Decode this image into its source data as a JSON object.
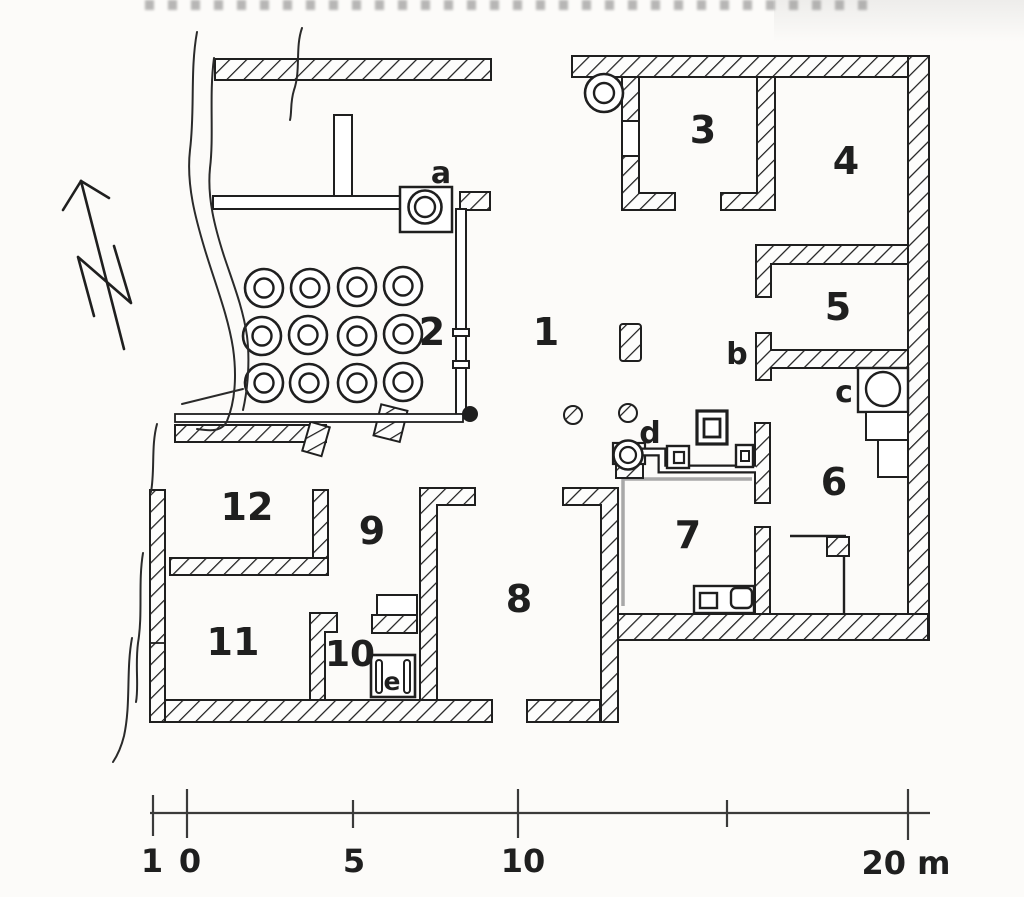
{
  "plan": {
    "room_labels": [
      "1",
      "2",
      "3",
      "4",
      "5",
      "6",
      "7",
      "8",
      "9",
      "10",
      "11",
      "12"
    ],
    "feature_labels": {
      "a": "a",
      "b": "b",
      "c": "c",
      "d": "d",
      "e": "e"
    }
  },
  "scale_bar": {
    "tick_labels": [
      "1",
      "0",
      "5",
      "10"
    ],
    "end_label": "20 m"
  },
  "colors": {
    "ink": "#1f1f1f",
    "paper": "#fcfbf9",
    "shadow": "#a8a8a8"
  }
}
